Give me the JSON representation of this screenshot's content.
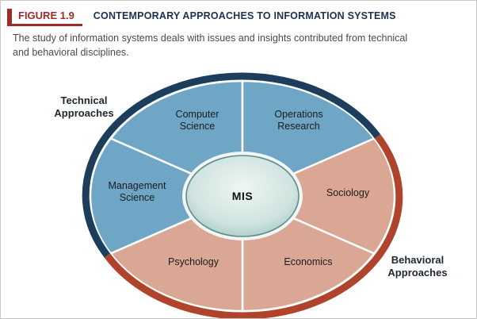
{
  "figure": {
    "label": "FIGURE 1.9",
    "title": "CONTEMPORARY APPROACHES TO INFORMATION SYSTEMS",
    "caption": "The study of information systems deals with issues and insights contributed from technical and behavioral disciplines."
  },
  "diagram": {
    "type": "pie",
    "center_label": "MIS",
    "groups": [
      {
        "label": "Technical Approaches",
        "color": "#6fa6c5",
        "rim_color": "#1d3d5c"
      },
      {
        "label": "Behavioral Approaches",
        "color": "#dba795",
        "rim_color": "#b0432c"
      }
    ],
    "segments": [
      {
        "label": "Computer Science",
        "group": "Technical Approaches"
      },
      {
        "label": "Operations Research",
        "group": "Technical Approaches"
      },
      {
        "label": "Management Science",
        "group": "Technical Approaches"
      },
      {
        "label": "Sociology",
        "group": "Behavioral Approaches"
      },
      {
        "label": "Economics",
        "group": "Behavioral Approaches"
      },
      {
        "label": "Psychology",
        "group": "Behavioral Approaches"
      }
    ]
  }
}
